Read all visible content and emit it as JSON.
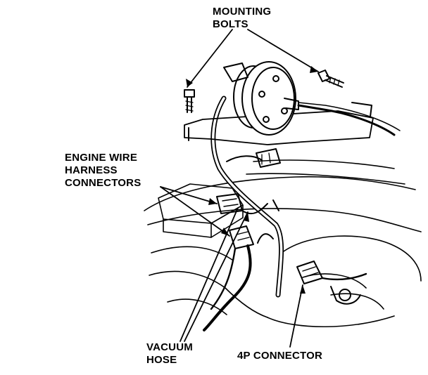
{
  "labels": {
    "mounting_bolts": [
      "MOUNTING",
      "BOLTS"
    ],
    "engine_wire_harness_connectors": [
      "ENGINE WIRE",
      "HARNESS",
      "CONNECTORS"
    ],
    "vacuum_hose": [
      "VACUUM",
      "HOSE"
    ],
    "four_p_connector": [
      "4P CONNECTOR"
    ]
  },
  "colors": {
    "ink": "#000000",
    "paper": "#ffffff"
  }
}
